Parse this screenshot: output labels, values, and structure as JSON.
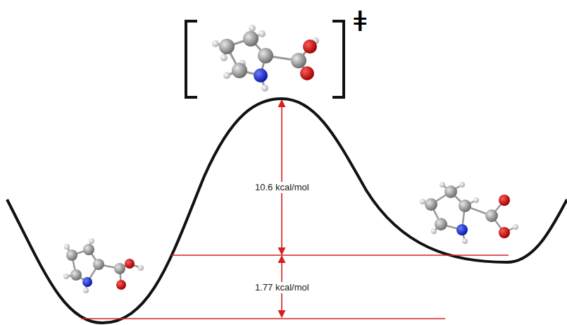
{
  "diagram": {
    "labels": [
      "10.6 kcal/mol",
      "1.77 kcal/mol",
      "ǂ"
    ]
  }
}
